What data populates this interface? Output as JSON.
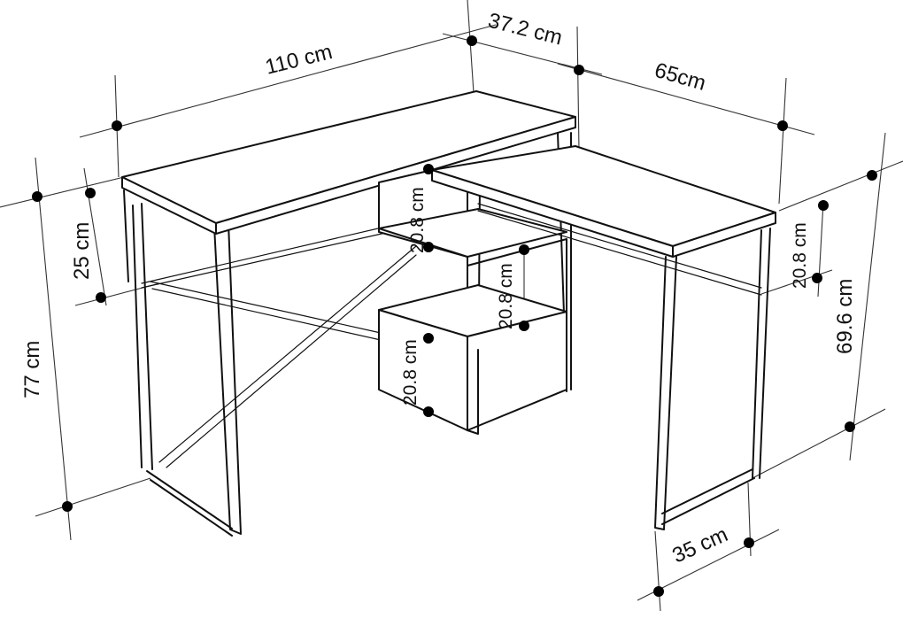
{
  "dimensions": {
    "desk_width": "110 cm",
    "desk_depth": "37.2 cm",
    "return_width": "65cm",
    "total_height": "77 cm",
    "modesty_height": "25 cm",
    "shelf_top": "20.8 cm",
    "shelf_middle": "20.8 cm",
    "shelf_bottom": "20.8 cm",
    "return_shelf": "20.8 cm",
    "return_height": "69.6 cm",
    "leg_depth": "35 cm"
  },
  "colors": {
    "line": "#111111",
    "background": "#ffffff",
    "marker": "#000000"
  }
}
